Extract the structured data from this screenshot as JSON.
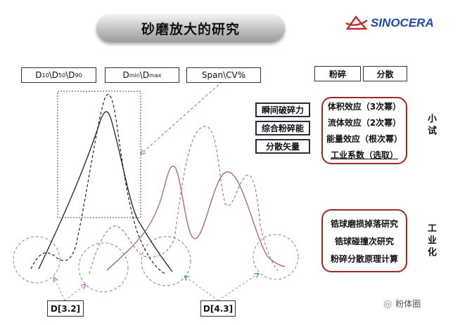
{
  "title": "砂磨放大的研究",
  "logo": {
    "text": "SINOCERA",
    "icon": "sinocera-logo-icon"
  },
  "top_boxes": {
    "d_params": {
      "d": "D",
      "s1": "10",
      "sep": "\\",
      "s2": "50",
      "s3": "90"
    },
    "dmin_dmax": {
      "d": "D",
      "min": "min",
      "sep": "\\",
      "max": "max"
    },
    "span_cv": "Span\\CV%"
  },
  "right_tabs": [
    "粉碎",
    "分散"
  ],
  "factor_boxes": [
    "瞬间破碎力",
    "综合粉碎能",
    "分散矢量"
  ],
  "small_trial_box": [
    "体积效应（3次幂）",
    "流体效应（2次幂）",
    "能量效应（根次幂）",
    "工业系数（选取）"
  ],
  "small_trial_label": "小试",
  "industrial_box": [
    "锆球磨损掉落研究",
    "锆球碰撞次研究",
    "粉碎分散原理计算"
  ],
  "industrial_label": "工业化",
  "bottom_labels": [
    "D[3.2]",
    "D[4.3]"
  ],
  "watermark": "粉体圈",
  "colors": {
    "red_box": "#9b2a2a",
    "logo_blue": "#1f4aa8",
    "curve_red": "#c0392b"
  }
}
